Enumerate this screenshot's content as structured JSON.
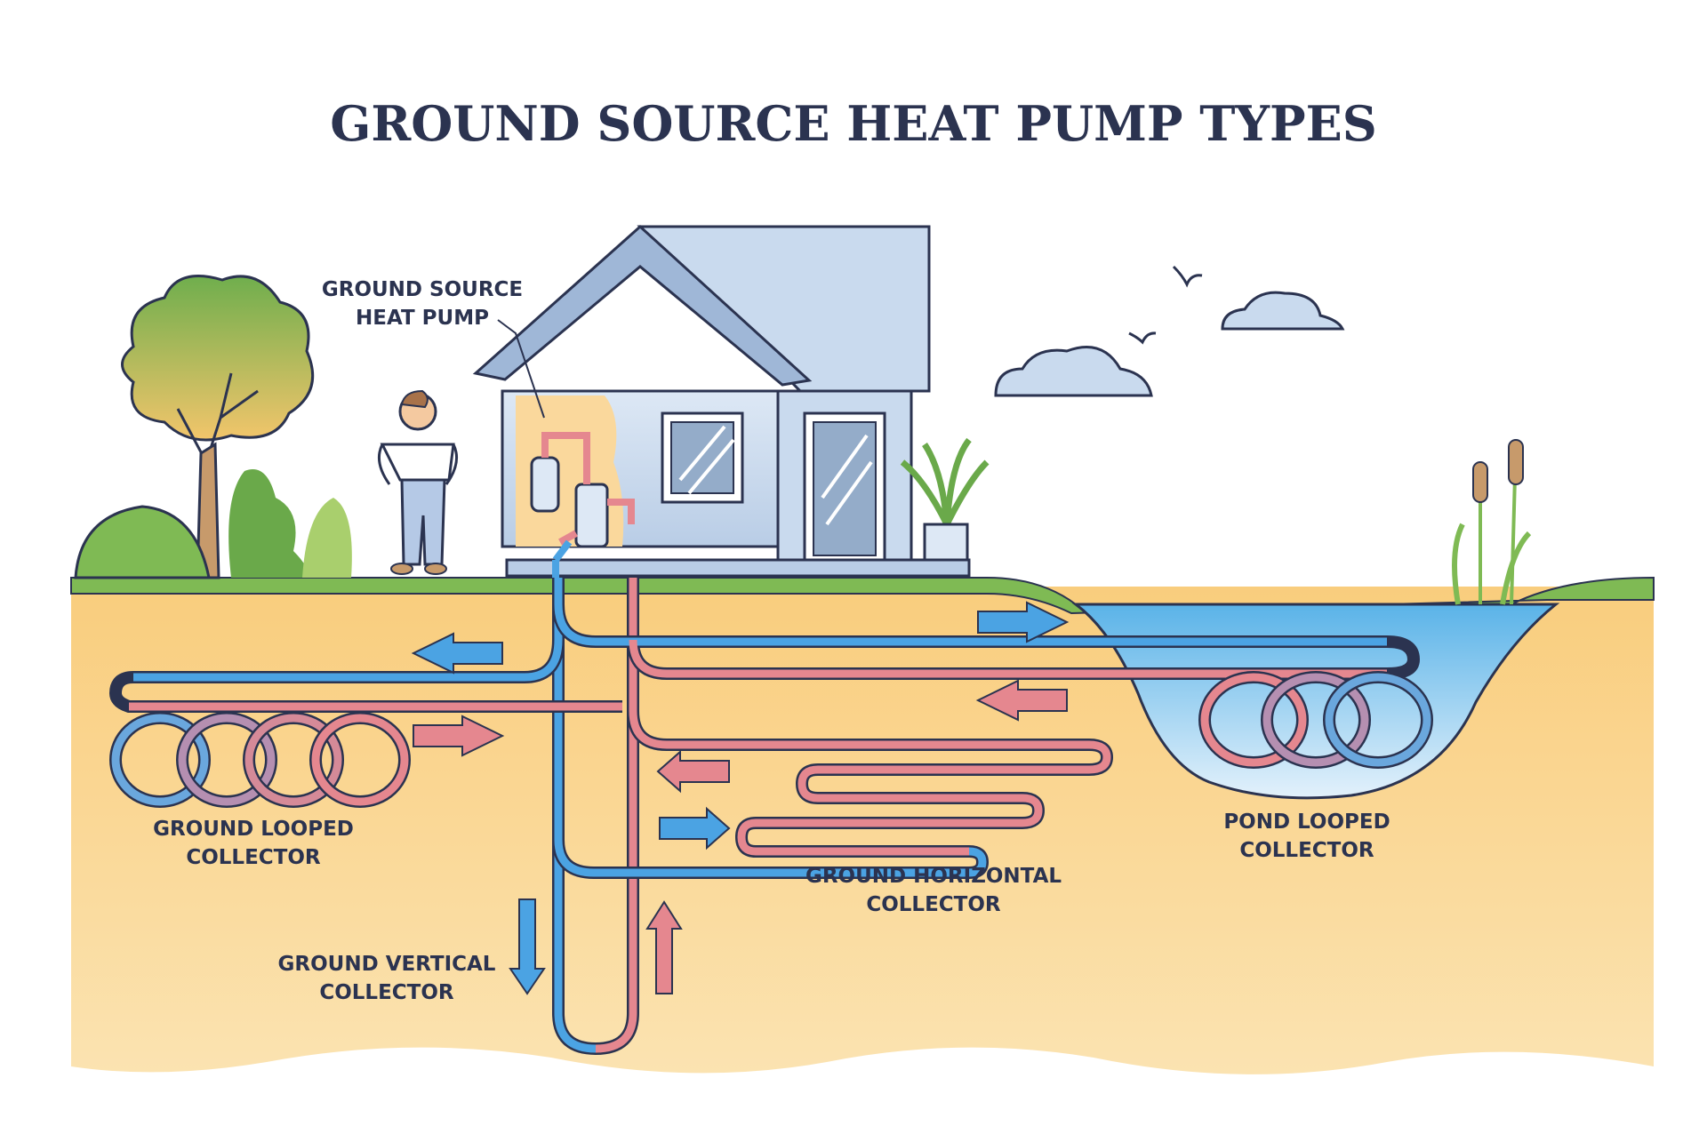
{
  "title": "GROUND SOURCE HEAT PUMP TYPES",
  "labels": {
    "heat_pump": [
      "GROUND SOURCE",
      "HEAT PUMP"
    ],
    "ground_looped": [
      "GROUND LOOPED",
      "COLLECTOR"
    ],
    "ground_vertical": [
      "GROUND VERTICAL",
      "COLLECTOR"
    ],
    "ground_horizontal": [
      "GROUND HORIZONTAL",
      "COLLECTOR"
    ],
    "pond_looped": [
      "POND LOOPED",
      "COLLECTOR"
    ]
  },
  "colors": {
    "outline": "#2b3350",
    "cold_pipe": "#4ba3e3",
    "warm_pipe": "#e5878f",
    "soil": "#f9d592",
    "soil_light": "#fbe4b3",
    "grass": "#7fba54",
    "water": "#9fd2ef",
    "house": "#c9daee",
    "roof": "#9fb7d7",
    "foliage": "#7fb553"
  }
}
